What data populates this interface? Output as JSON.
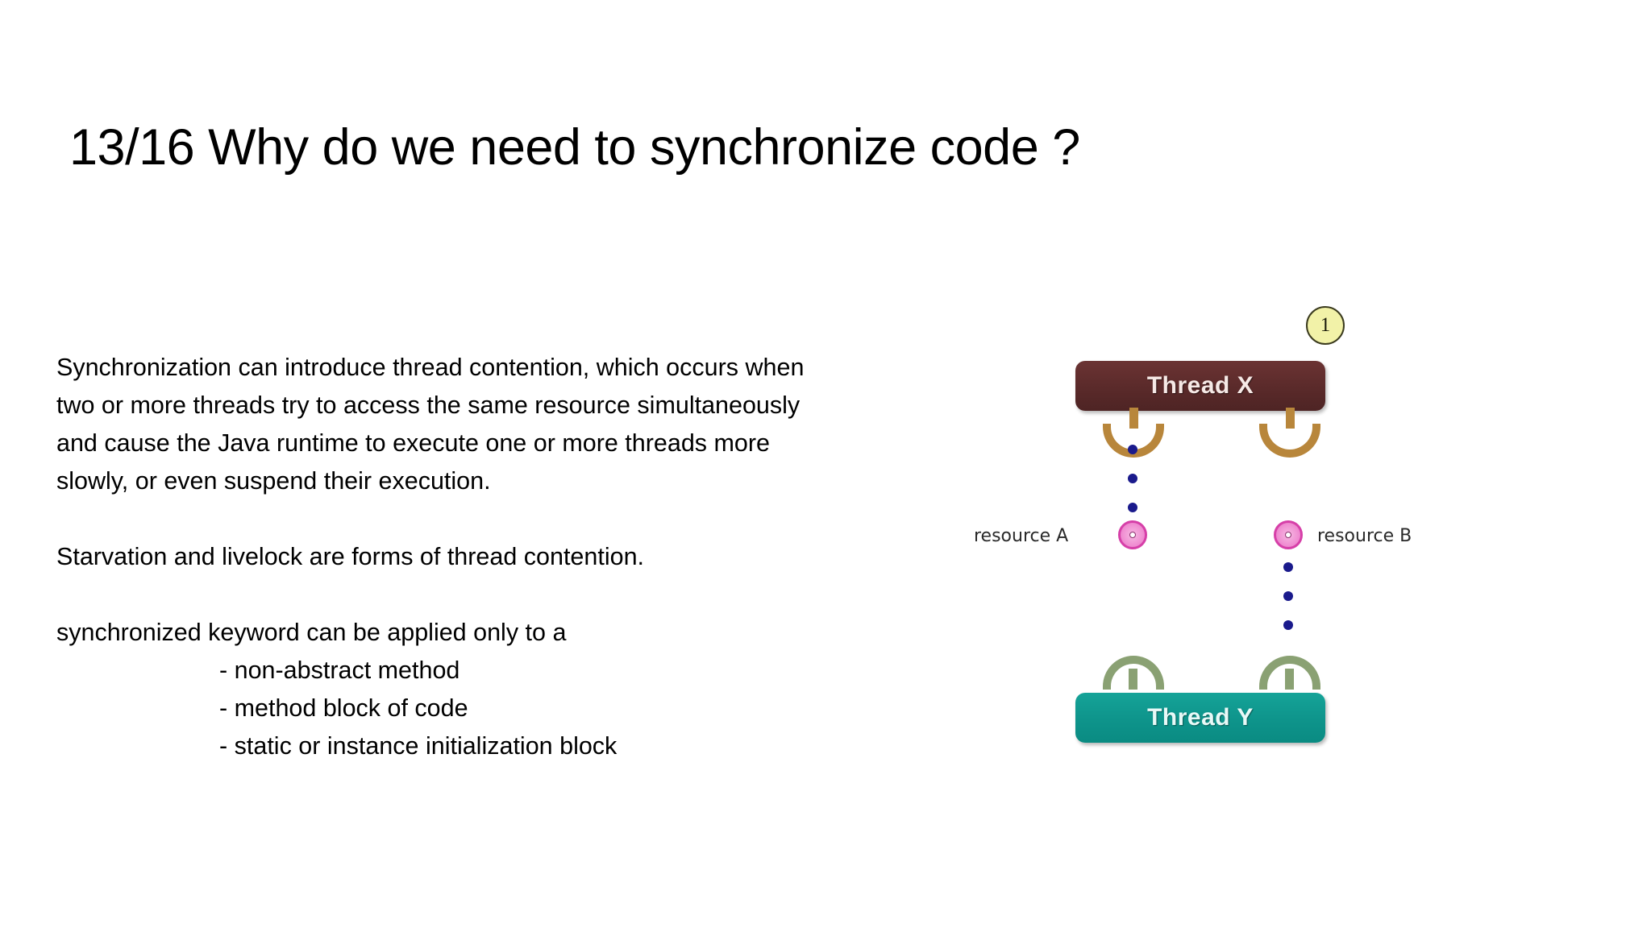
{
  "slide": {
    "title": "13/16 Why do we need to synchronize code ?",
    "background_color": "#ffffff",
    "text_color": "#000000"
  },
  "body": {
    "paragraph_1": [
      "Synchronization can introduce thread contention, which occurs when",
      "two or more threads try to access the same resource simultaneously",
      "and cause the Java runtime to execute one or more threads more",
      "slowly, or even suspend their execution."
    ],
    "paragraph_2": [
      "Starvation and livelock are forms of thread contention."
    ],
    "paragraph_3_intro": "synchronized keyword can be applied only to a",
    "paragraph_3_bullets": [
      "- non-abstract method",
      "- method block of code",
      "- static or instance initialization block"
    ]
  },
  "diagram": {
    "step_badge": "1",
    "thread_x_label": "Thread X",
    "thread_y_label": "Thread Y",
    "resource_a_label": "resource A",
    "resource_b_label": "resource B",
    "colors": {
      "thread_x": "#5a2a2a",
      "thread_y": "#0e948b",
      "hook_x": "#b8863b",
      "hook_y": "#8aa173",
      "resource": "#e46fc4",
      "resource_border": "#d63fa8",
      "badge_fill": "#f2f2a8",
      "dot": "#1a1a8c"
    }
  }
}
